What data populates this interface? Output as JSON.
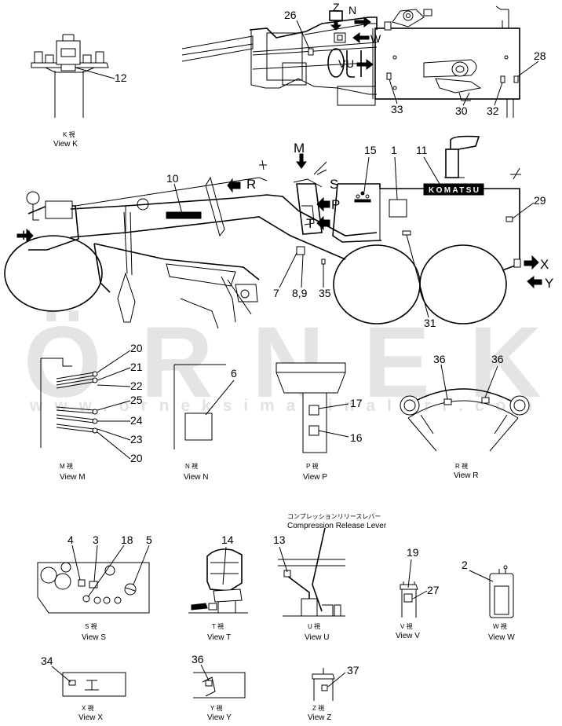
{
  "watermark": {
    "main": "ÖRNEK",
    "sub": "www.orneksimakinalari.com"
  },
  "callouts": {
    "c1": "1",
    "c2": "2",
    "c3": "3",
    "c4": "4",
    "c5": "5",
    "c6": "6",
    "c7": "7",
    "c89": "8,9",
    "c10": "10",
    "c11": "11",
    "c12": "12",
    "c13": "13",
    "c14": "14",
    "c15": "15",
    "c16": "16",
    "c17": "17",
    "c18": "18",
    "c19": "19",
    "c20a": "20",
    "c20b": "20",
    "c21": "21",
    "c22": "22",
    "c23": "23",
    "c24": "24",
    "c25": "25",
    "c26": "26",
    "c27": "27",
    "c28": "28",
    "c29": "29",
    "c30": "30",
    "c31": "31",
    "c32": "32",
    "c33": "33",
    "c34": "34",
    "c35": "35",
    "c36a": "36",
    "c36b": "36",
    "c36c": "36",
    "c37": "37"
  },
  "view_letters": {
    "K": "K",
    "M": "M",
    "N": "N",
    "P": "P",
    "R": "R",
    "S": "S",
    "T": "T",
    "U": "U",
    "V": "V",
    "W": "W",
    "X": "X",
    "Y": "Y",
    "Z": "Z"
  },
  "brand": "KOMATSU",
  "views": {
    "K": {
      "jp": "K 視",
      "en": "View K"
    },
    "M": {
      "jp": "M 視",
      "en": "View M"
    },
    "N": {
      "jp": "N 視",
      "en": "View N"
    },
    "P": {
      "jp": "P 視",
      "en": "View P"
    },
    "R": {
      "jp": "R 視",
      "en": "View R"
    },
    "S": {
      "jp": "S 視",
      "en": "View S"
    },
    "T": {
      "jp": "T 視",
      "en": "View T"
    },
    "U": {
      "jp": "U 視",
      "en": "View U"
    },
    "V": {
      "jp": "V 視",
      "en": "View V"
    },
    "W": {
      "jp": "W 視",
      "en": "View W"
    },
    "X": {
      "jp": "X 視",
      "en": "View X"
    },
    "Y": {
      "jp": "Y 視",
      "en": "View Y"
    },
    "Z": {
      "jp": "Z 視",
      "en": "View Z"
    }
  },
  "compression": {
    "jp": "コンプレッションリリースレバー",
    "en": "Compression Release Lever"
  }
}
